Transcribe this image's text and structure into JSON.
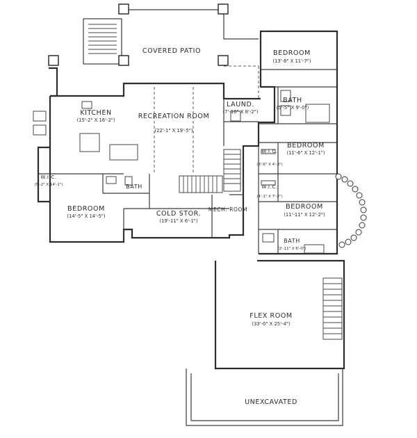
{
  "rooms": {
    "patio": {
      "name": "COVERED PATIO",
      "dim": ""
    },
    "bedroom_ne": {
      "name": "BEDROOM",
      "dim": "(13'-8\" X 11'-7\")"
    },
    "bath_ne": {
      "name": "BATH",
      "dim": "(5'-5\" X 9'-0\")"
    },
    "laundry": {
      "name": "LAUND.",
      "dim": "(7'-10\" X 8'-2\")"
    },
    "kitchen": {
      "name": "KITCHEN",
      "dim": "(15'-2\" X 16'-2\")"
    },
    "recreation": {
      "name": "RECREATION ROOM",
      "dim": "(22'-1\" X 19'-5\")"
    },
    "bedroom_e": {
      "name": "BEDROOM",
      "dim": "(11'-6\" X 12'-1\")"
    },
    "wic_1": {
      "name": "W.I.C.",
      "dim": "(3'-6\" X 4'-3\")"
    },
    "wic_2": {
      "name": "W.I.C.",
      "dim": "(4'-1\" X 7'-2\")"
    },
    "wic_w": {
      "name": "W.I.C.",
      "dim": "(5'-2\" X 14'-1\")"
    },
    "bath_w": {
      "name": "BATH",
      "dim": ""
    },
    "bedroom_w": {
      "name": "BEDROOM",
      "dim": "(14'-5\" X 14'-5\")"
    },
    "cold": {
      "name": "COLD STOR.",
      "dim": "(19'-11\" X 6'-1\")"
    },
    "mech": {
      "name": "MECH. ROOM",
      "dim": ""
    },
    "bedroom_se": {
      "name": "BEDROOM",
      "dim": "(11'-11\" X 12'-2\")"
    },
    "bath_se": {
      "name": "BATH",
      "dim": "(2'-11\" X 6'-0\")"
    },
    "flex": {
      "name": "FLEX ROOM",
      "dim": "(33'-0\" X 25'-4\")"
    },
    "unexcavated": {
      "name": "UNEXCAVATED",
      "dim": ""
    }
  }
}
